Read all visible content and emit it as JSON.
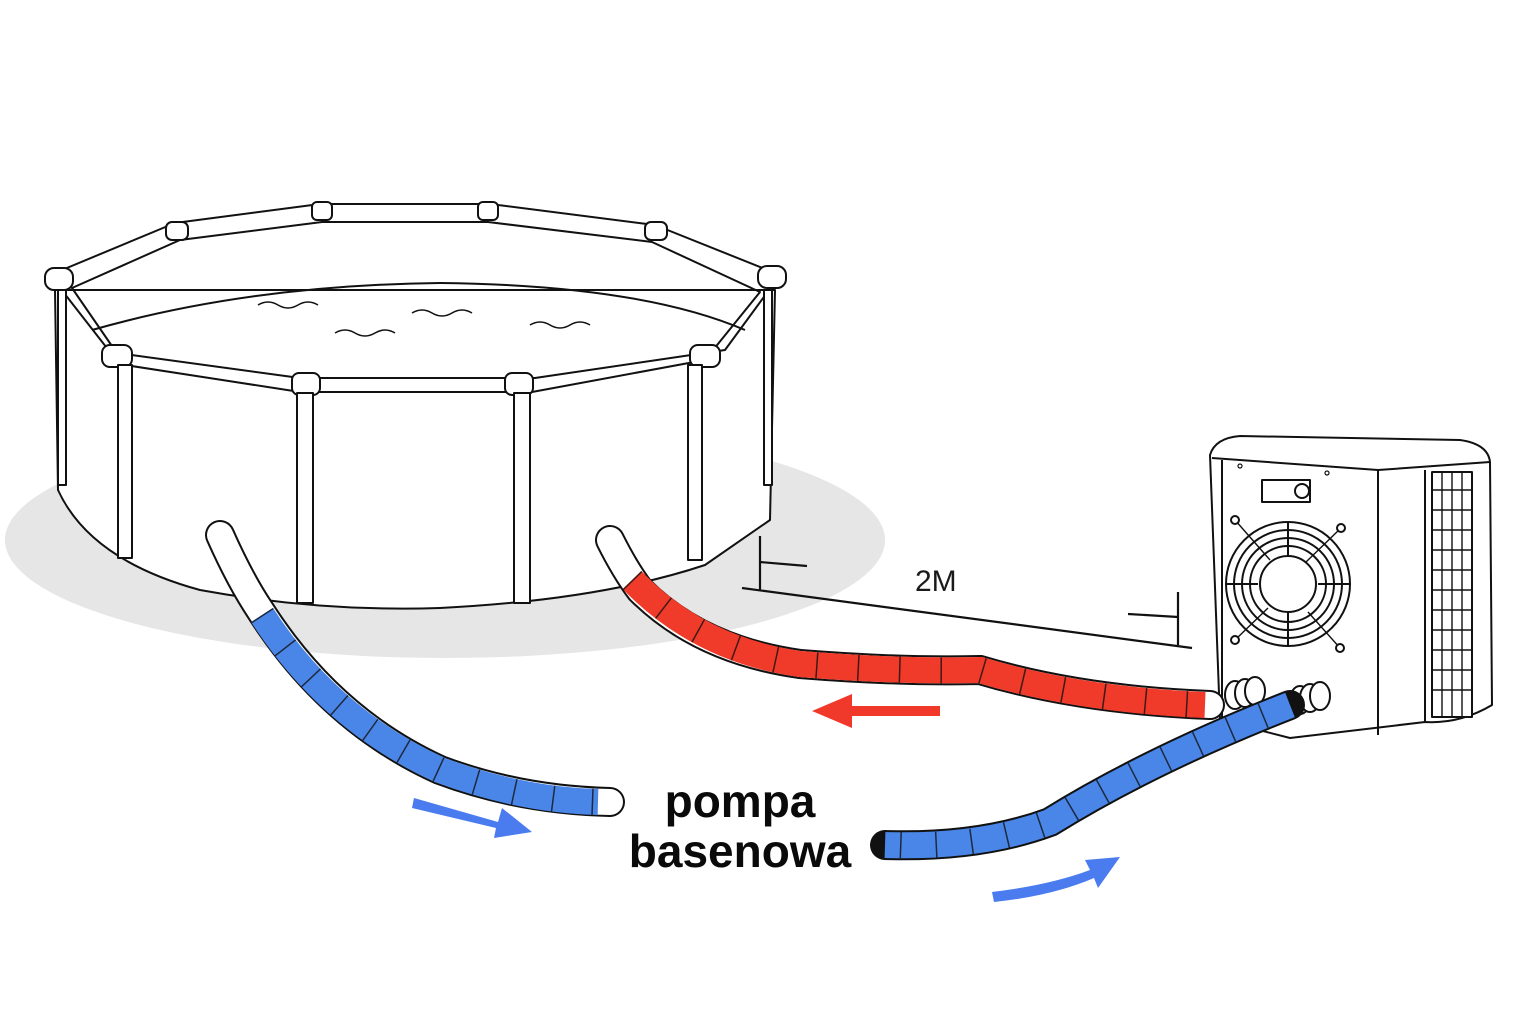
{
  "diagram": {
    "title": "Pool heat pump hose connection",
    "labels": {
      "pump_line1": "pompa",
      "pump_line2": "basenowa",
      "distance": "2M"
    },
    "colors": {
      "cold_hose": "#4a86e8",
      "hot_hose": "#f03a2a",
      "cold_arrow": "#4a7bef",
      "hot_arrow": "#f0392b",
      "ground_shadow": "#e6e6e6",
      "outline": "#111111"
    },
    "components": [
      {
        "id": "pool",
        "name": "above-ground frame pool"
      },
      {
        "id": "heat_pump",
        "name": "pool heat pump"
      },
      {
        "id": "pool_pump",
        "name": "pompa basenowa"
      },
      {
        "id": "hose_out",
        "name": "pool outlet hose (blue)"
      },
      {
        "id": "hose_return",
        "name": "heated return hose (red)"
      },
      {
        "id": "hose_to_heater",
        "name": "pump to heat pump hose (blue)"
      }
    ],
    "flow": [
      {
        "from": "pool",
        "to": "pool_pump",
        "color": "blue",
        "direction": "right"
      },
      {
        "from": "pool_pump",
        "to": "heat_pump",
        "color": "blue",
        "direction": "up-right"
      },
      {
        "from": "heat_pump",
        "to": "pool",
        "color": "red",
        "direction": "left"
      }
    ],
    "dimension": {
      "label": "2M",
      "between": [
        "pool",
        "heat_pump"
      ]
    }
  }
}
